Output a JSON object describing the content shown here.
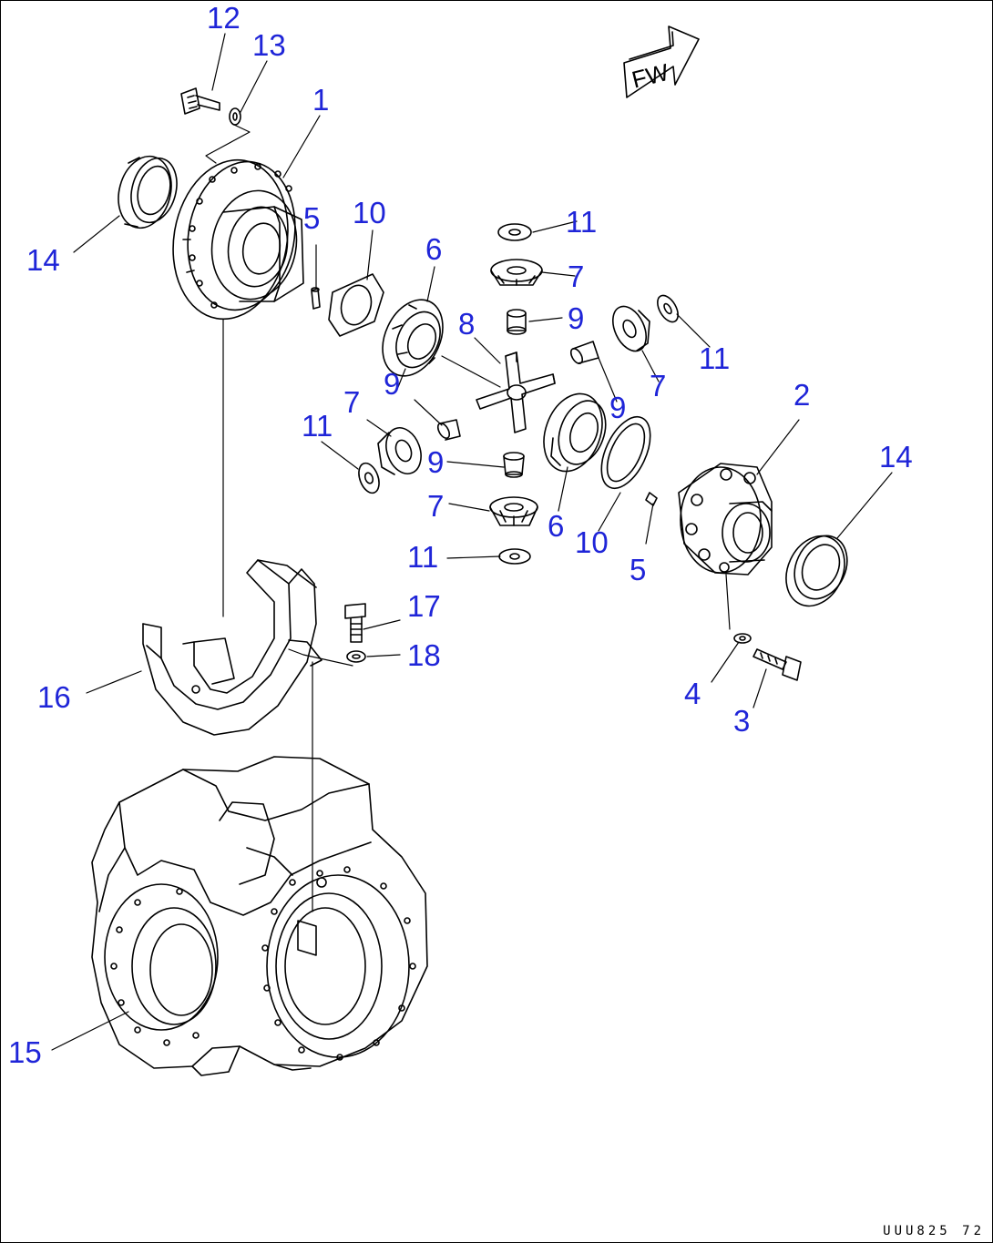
{
  "direction_label": "FW",
  "drawing_code": "UUU825 72",
  "colors": {
    "callout": "#1f25d8",
    "line": "#000000"
  },
  "callouts": {
    "c12": "12",
    "c13": "13",
    "c1": "1",
    "c14a": "14",
    "c5a": "5",
    "c10a": "10",
    "c6a": "6",
    "c11a": "11",
    "c7a": "7",
    "c9a": "9",
    "c8": "8",
    "c11b": "11",
    "c7b": "7",
    "c9b": "9",
    "c9c": "9",
    "c2": "2",
    "c7c": "7",
    "c11c": "11",
    "c9d": "9",
    "c14b": "14",
    "c6b": "6",
    "c10b": "10",
    "c5b": "5",
    "c7d": "7",
    "c11d": "11",
    "c17": "17",
    "c18": "18",
    "c16": "16",
    "c4": "4",
    "c3": "3",
    "c15": "15"
  }
}
